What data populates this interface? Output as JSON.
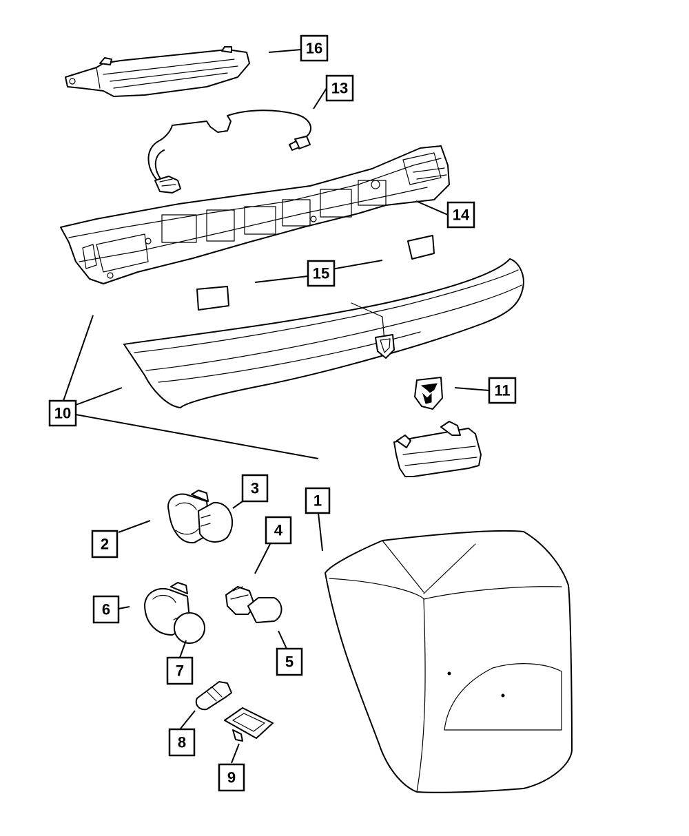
{
  "callouts": [
    {
      "id": "1",
      "label": "1"
    },
    {
      "id": "2",
      "label": "2"
    },
    {
      "id": "3",
      "label": "3"
    },
    {
      "id": "4",
      "label": "4"
    },
    {
      "id": "5",
      "label": "5"
    },
    {
      "id": "6",
      "label": "6"
    },
    {
      "id": "7",
      "label": "7"
    },
    {
      "id": "8",
      "label": "8"
    },
    {
      "id": "9",
      "label": "9"
    },
    {
      "id": "10",
      "label": "10"
    },
    {
      "id": "11",
      "label": "11"
    },
    {
      "id": "13",
      "label": "13"
    },
    {
      "id": "14",
      "label": "14"
    },
    {
      "id": "15",
      "label": "15"
    },
    {
      "id": "16",
      "label": "16"
    }
  ]
}
